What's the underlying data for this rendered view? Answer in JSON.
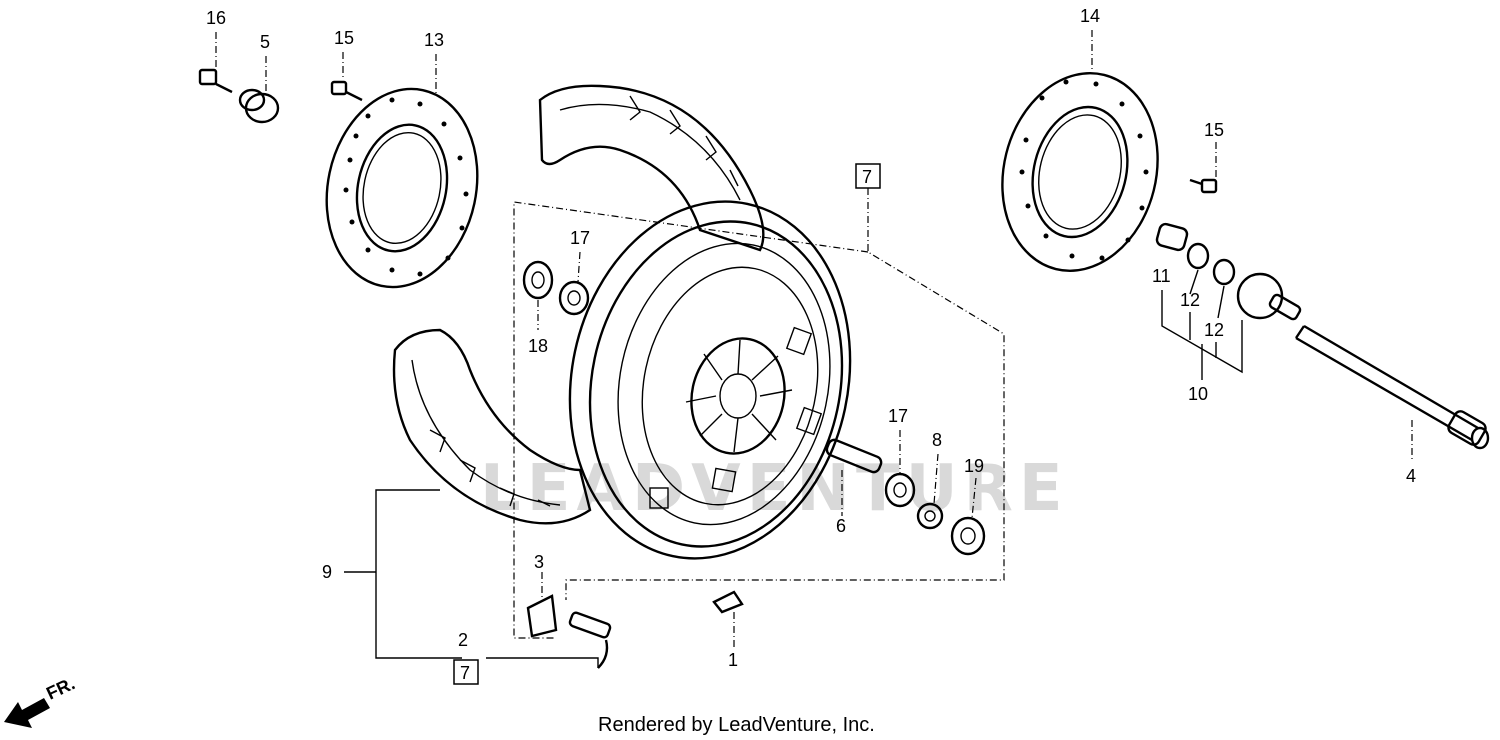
{
  "watermark": "LEADVENTURE",
  "credit": "Rendered by LeadVenture, Inc.",
  "direction_label": "FR.",
  "callouts": {
    "c1": "1",
    "c2": "2",
    "c3": "3",
    "c4": "4",
    "c5": "5",
    "c6": "6",
    "c7a": "7",
    "c7b": "7",
    "c8": "8",
    "c9": "9",
    "c10": "10",
    "c11": "11",
    "c12a": "12",
    "c12b": "12",
    "c13": "13",
    "c14": "14",
    "c15a": "15",
    "c15b": "15",
    "c16": "16",
    "c17a": "17",
    "c17b": "17",
    "c18": "18",
    "c19": "19"
  }
}
